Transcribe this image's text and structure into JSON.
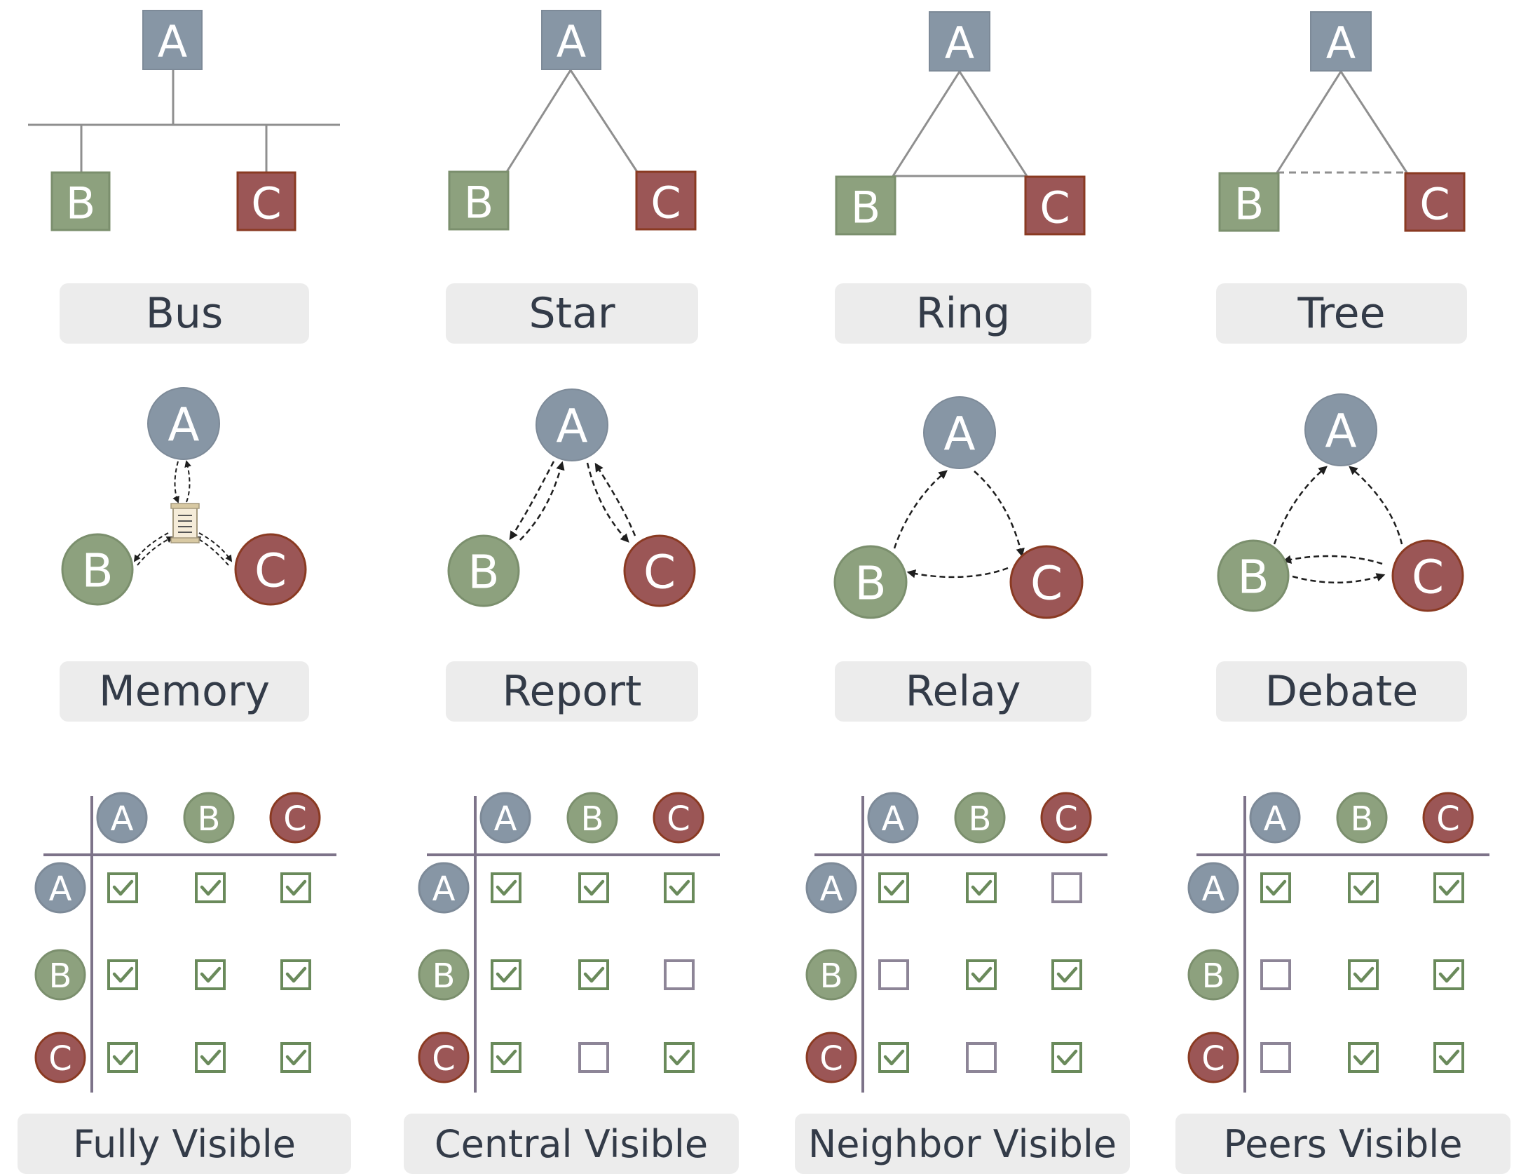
{
  "colors": {
    "node_a": "#8796a5",
    "node_b": "#8da17e",
    "node_c": "#9b5656",
    "line": "#8f8f8f",
    "arrow": "#1e1e1e",
    "axis": "#7d7389",
    "check": "#6a8a5b",
    "empty": "#8d8597",
    "label_bg": "#ececec",
    "label_text": "#333b48"
  },
  "nodes": {
    "a": "A",
    "b": "B",
    "c": "C"
  },
  "topologies": {
    "bus": {
      "label": "Bus",
      "a": "A",
      "b": "B",
      "c": "C"
    },
    "star": {
      "label": "Star",
      "a": "A",
      "b": "B",
      "c": "C"
    },
    "ring": {
      "label": "Ring",
      "a": "A",
      "b": "B",
      "c": "C"
    },
    "tree": {
      "label": "Tree",
      "a": "A",
      "b": "B",
      "c": "C"
    }
  },
  "interactions": {
    "memory": {
      "label": "Memory",
      "a": "A",
      "b": "B",
      "c": "C"
    },
    "report": {
      "label": "Report",
      "a": "A",
      "b": "B",
      "c": "C"
    },
    "relay": {
      "label": "Relay",
      "a": "A",
      "b": "B",
      "c": "C"
    },
    "debate": {
      "label": "Debate",
      "a": "A",
      "b": "B",
      "c": "C"
    }
  },
  "visibility": [
    {
      "label": "Fully Visible",
      "matrix": [
        [
          1,
          1,
          1
        ],
        [
          1,
          1,
          1
        ],
        [
          1,
          1,
          1
        ]
      ]
    },
    {
      "label": "Central Visible",
      "matrix": [
        [
          1,
          1,
          1
        ],
        [
          1,
          1,
          0
        ],
        [
          1,
          0,
          1
        ]
      ]
    },
    {
      "label": "Neighbor Visible",
      "matrix": [
        [
          1,
          1,
          0
        ],
        [
          0,
          1,
          1
        ],
        [
          1,
          0,
          1
        ]
      ]
    },
    {
      "label": "Peers Visible",
      "matrix": [
        [
          1,
          1,
          1
        ],
        [
          0,
          1,
          1
        ],
        [
          0,
          1,
          1
        ]
      ]
    }
  ]
}
